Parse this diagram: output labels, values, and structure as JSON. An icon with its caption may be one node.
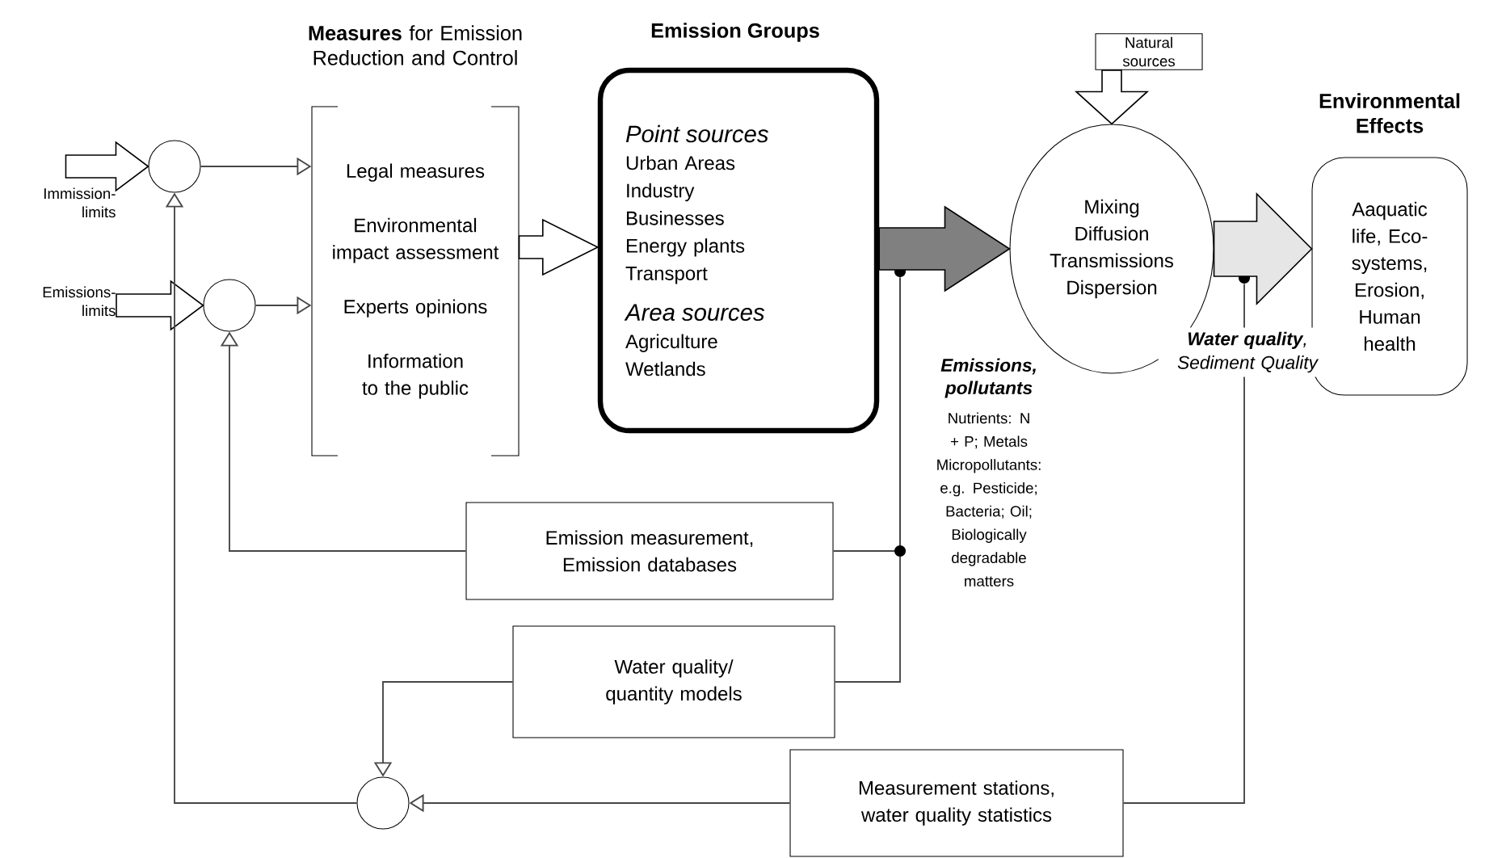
{
  "diagram": {
    "nodes": [
      {
        "text": [],
        "shape": "circle"
      },
      {
        "text": [],
        "shape": "circle"
      },
      {
        "text": [
          "**Measures** for Emission Reduction and Control",
          "Legal measures",
          "Environmental impact assessment",
          "Experts opinions",
          "Information to the public"
        ]
      },
      {
        "text": [
          "Emission Groups",
          "Point sources",
          "Urban Areas",
          "Industry",
          "Businesses",
          "Energy plants",
          "Transport",
          "Area sources",
          "Agriculture",
          "Wetlands"
        ]
      },
      {
        "text": [
          "Natural sources"
        ]
      },
      {
        "text": [
          "Mixing",
          "Diffusion",
          "Transmissions",
          "Dispersion"
        ]
      },
      {
        "text": [
          "Environmental Effects",
          "Aaquatic life, Eco-systems, Erosion, Human health"
        ]
      },
      {
        "text": [],
        "shape": "dot"
      },
      {
        "text": [],
        "shape": "dot"
      },
      {
        "text": [
          "Emission measurement, Emission databases"
        ]
      },
      {
        "text": [
          "Water quality/ quantity models"
        ]
      },
      {
        "text": [],
        "shape": "circle"
      },
      {
        "text": [
          "Measurement stations, water quality statistics"
        ]
      },
      {
        "text": [
          "Immission-limits"
        ]
      },
      {
        "text": [
          "Emissions-limits"
        ]
      }
    ],
    "edges": [
      {
        "from": 13,
        "to": 0,
        "arrow": "to",
        "style": "thick"
      },
      {
        "from": 14,
        "to": 1,
        "arrow": "to",
        "style": "thick"
      },
      {
        "from": 0,
        "to": 2,
        "arrow": "to"
      },
      {
        "from": 1,
        "to": 2,
        "arrow": "to"
      },
      {
        "from": 2,
        "to": 3,
        "arrow": "to",
        "style": "thick"
      },
      {
        "from": 4,
        "to": 5,
        "arrow": "to",
        "style": "thick"
      },
      {
        "from": 3,
        "to": 5,
        "arrow": "to",
        "style": "thick",
        "color": "#808080"
      },
      {
        "from": 5,
        "to": 6,
        "arrow": "to",
        "style": "thick",
        "color": "#e6e6e6"
      },
      {
        "from": 7,
        "to": 9,
        "arrow": "none"
      },
      {
        "from": 7,
        "to": 10,
        "arrow": "none"
      },
      {
        "from": 8,
        "to": 12,
        "arrow": "none",
        "label": "**Water quality**, Sediment Quality"
      },
      {
        "from": 9,
        "to": 1,
        "arrow": "to"
      },
      {
        "from": 10,
        "to": 11,
        "arrow": "to"
      },
      {
        "from": 12,
        "to": 11,
        "arrow": "to"
      },
      {
        "from": 11,
        "to": 0,
        "arrow": "to"
      }
    ],
    "labels": [
      "Emissions, pollutants",
      "Nutrients: N + P; Metals Micropollutants: e.g. Pesticide; Bacteria; Oil; Biologically degradable matters"
    ]
  }
}
